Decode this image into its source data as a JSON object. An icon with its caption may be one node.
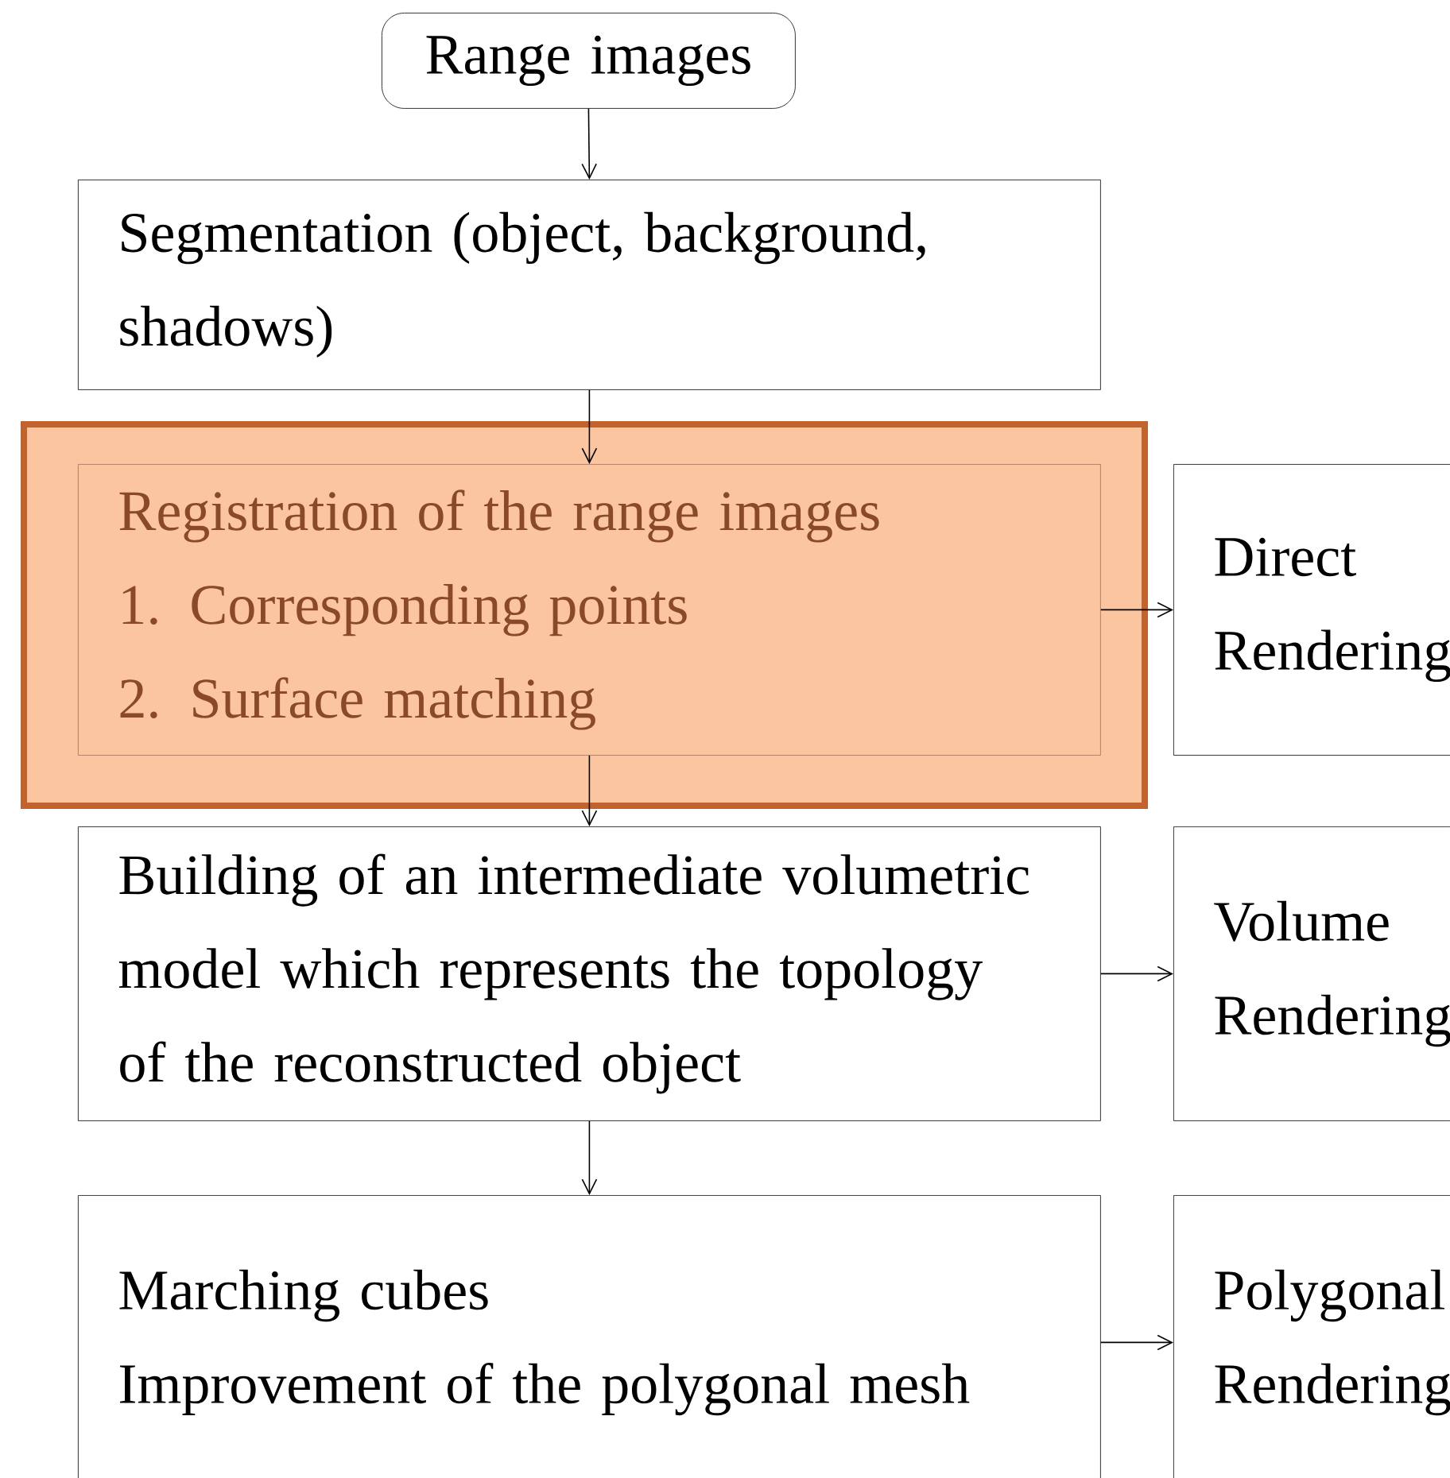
{
  "diagram": {
    "nodes": [
      {
        "text": [
          "Range images"
        ]
      },
      {
        "text": [
          "Segmentation (object, background, shadows)"
        ]
      },
      {
        "text": [],
        "shape": "box"
      },
      {
        "text": [
          "Registration of the range images",
          "1. Corresponding points",
          "2. Surface matching"
        ],
        "in": 2
      },
      {
        "text": [
          "Direct Rendering"
        ]
      },
      {
        "text": [
          "Building of an intermediate volumetric model which represents the topology of the reconstructed object"
        ]
      },
      {
        "text": [
          "Volume Rendering"
        ]
      },
      {
        "text": [
          "Marching cubes",
          "Improvement of the polygonal mesh"
        ]
      },
      {
        "text": [
          "Polygonal Rendering"
        ]
      }
    ],
    "edges": [
      {
        "from": 0,
        "to": 1,
        "arrow": "to"
      },
      {
        "from": 1,
        "to": 3,
        "arrow": "to"
      },
      {
        "from": 3,
        "to": 4,
        "arrow": "to"
      },
      {
        "from": 3,
        "to": 5,
        "arrow": "to"
      },
      {
        "from": 5,
        "to": 6,
        "arrow": "to"
      },
      {
        "from": 5,
        "to": 7,
        "arrow": "to"
      },
      {
        "from": 7,
        "to": 8,
        "arrow": "to"
      }
    ]
  }
}
